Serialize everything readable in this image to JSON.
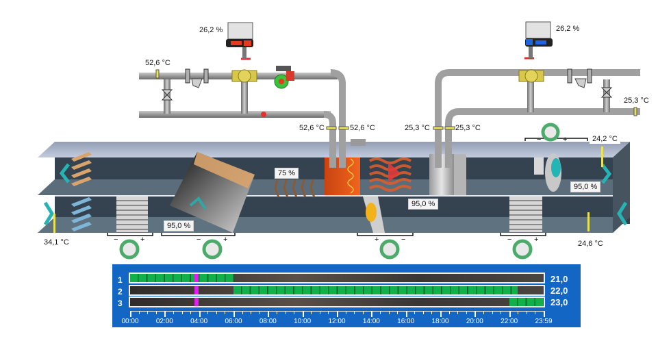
{
  "hydraulics": {
    "heating": {
      "valve_position": "26,2 %",
      "supply_temp": "52,6 °C",
      "coil_in_temp": "52,6 °C",
      "coil_out_temp": "52,6 °C",
      "actuator_color": "#e23b1e"
    },
    "cooling": {
      "valve_position": "26,2 %",
      "return_temp": "25,3 °C",
      "coil_in_temp": "25,3 °C",
      "coil_out_temp": "25,3 °C",
      "actuator_color": "#1f63e0"
    }
  },
  "ahu": {
    "outdoor_temp": "34,1 °C",
    "exhaust_temp": "24,6 °C",
    "supply_temp": "24,2 °C",
    "heat_wheel_percent": "95,0 %",
    "bypass_damper_percent": "75 %",
    "extract_fan_percent": "95,0 %",
    "supply_fan_percent": "95,0 %",
    "pressure_signs": {
      "minus": "−",
      "plus": "+"
    }
  },
  "schedule": {
    "rows": [
      {
        "index": "1",
        "setpoint": "21,0",
        "on_from_h": 0,
        "on_to_h": 6
      },
      {
        "index": "2",
        "setpoint": "22,0",
        "on_from_h": 6,
        "on_to_h": 22.5
      },
      {
        "index": "3",
        "setpoint": "23,0",
        "on_from_h": 22,
        "on_to_h": 24
      }
    ],
    "current_time_h": 3.75,
    "time_labels": [
      "00:00",
      "02:00",
      "04:00",
      "06:00",
      "08:00",
      "10:00",
      "12:00",
      "14:00",
      "16:00",
      "18:00",
      "20:00",
      "22:00",
      "23:59"
    ],
    "active_color": "#12b04a",
    "marker_color": "#e21df0",
    "background_color": "#1466c4"
  }
}
